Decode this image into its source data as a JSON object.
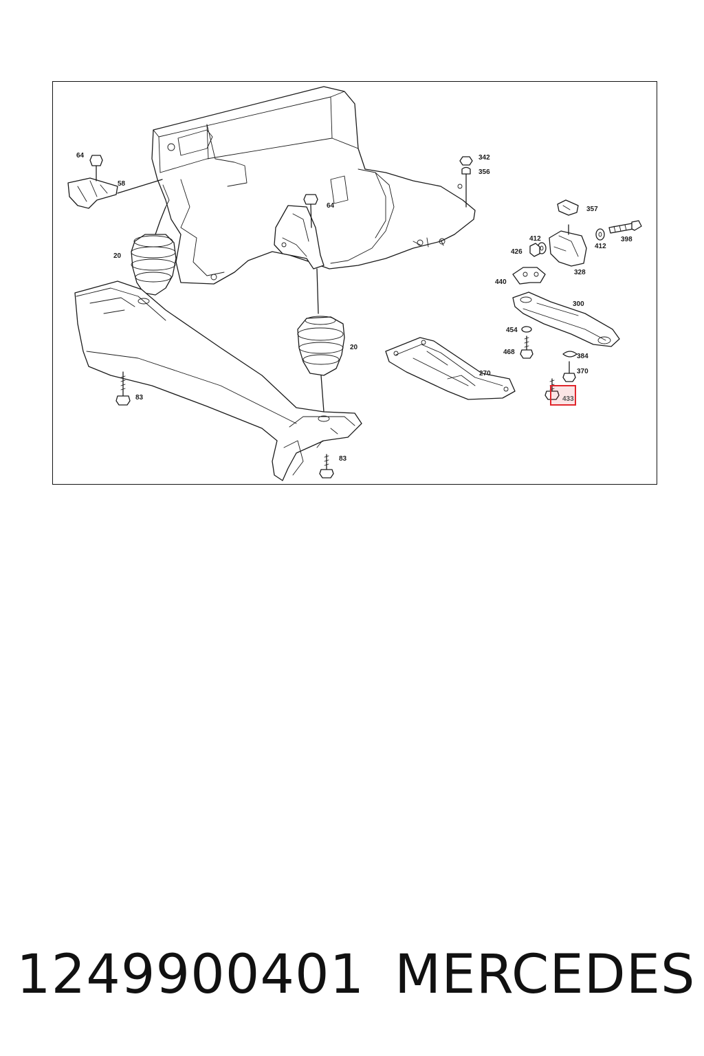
{
  "diagram": {
    "callouts": {
      "c64a": "64",
      "c58": "58",
      "c20a": "20",
      "c64b": "64",
      "c20b": "20",
      "c83a": "83",
      "c83b": "83",
      "c342": "342",
      "c356": "356",
      "c357": "357",
      "c412a": "412",
      "c412b": "412",
      "c398": "398",
      "c426": "426",
      "c328": "328",
      "c440": "440",
      "c300": "300",
      "c454": "454",
      "c468": "468",
      "c384": "384",
      "c370": "370",
      "c270": "270",
      "c433": "433"
    },
    "highlighted_callout": "433",
    "highlight_color": "#e0252b"
  },
  "footer": {
    "part_number": "1249900401",
    "brand": "MERCEDES"
  }
}
